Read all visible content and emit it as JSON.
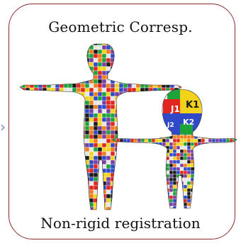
{
  "panel": {
    "title": "Geometric Corresp.",
    "caption": "Non-rigid registration",
    "border_color": "#8a2b2b"
  },
  "figures": {
    "left_figure": "human-body-patch-labeled",
    "right_figure": "human-body-patch-labeled-large-head",
    "head_labels": [
      "J1",
      "K1",
      "J2",
      "K2"
    ]
  },
  "palette": [
    "#e0261f",
    "#f2d21b",
    "#2f49c8",
    "#1ea23a",
    "#1b1b1b",
    "#e6e6e6",
    "#f07c1c",
    "#7a3fa0"
  ],
  "icons": {
    "left_arrow": "chevron-right-icon"
  }
}
